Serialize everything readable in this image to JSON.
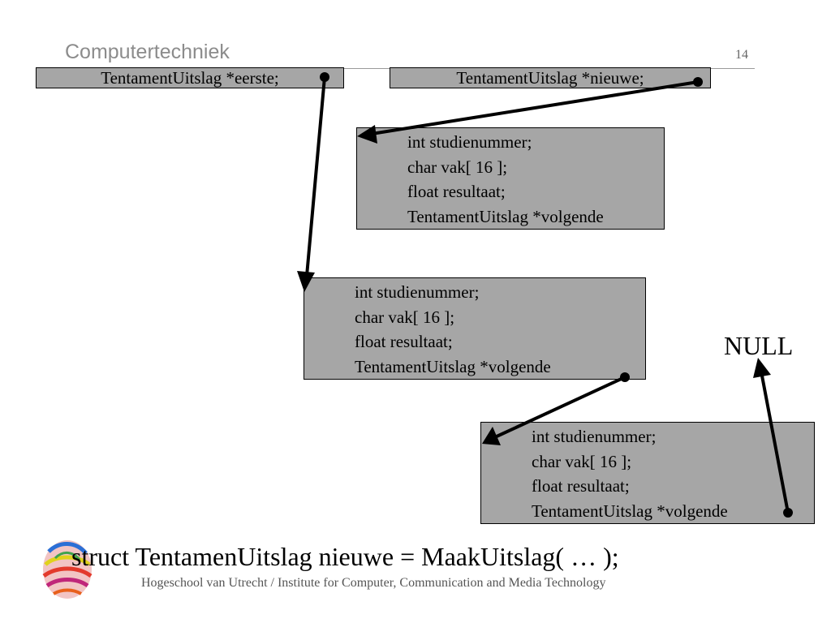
{
  "header": {
    "title": "Computertechniek",
    "page_number": "14"
  },
  "pointers": {
    "eerste": "TentamentUitslag *eerste;",
    "nieuwe": "TentamentUitslag *nieuwe;"
  },
  "nodes": [
    {
      "fields": [
        "int studienummer;",
        "char vak[ 16 ];",
        "float resultaat;",
        "TentamentUitslag *volgende"
      ]
    },
    {
      "fields": [
        "int studienummer;",
        "char vak[ 16 ];",
        "float resultaat;",
        "TentamentUitslag *volgende"
      ]
    },
    {
      "fields": [
        "int studienummer;",
        "char vak[ 16 ];",
        "float resultaat;",
        "TentamentUitslag *volgende"
      ]
    }
  ],
  "null_label": "NULL",
  "code": "struct TentamenUitslag nieuwe = MaakUitslag( … );",
  "footer": "Hogeschool van Utrecht / Institute for Computer, Communication and Media Technology",
  "colors": {
    "box_fill": "#a6a6a6",
    "header_text": "#8c8c8c"
  }
}
